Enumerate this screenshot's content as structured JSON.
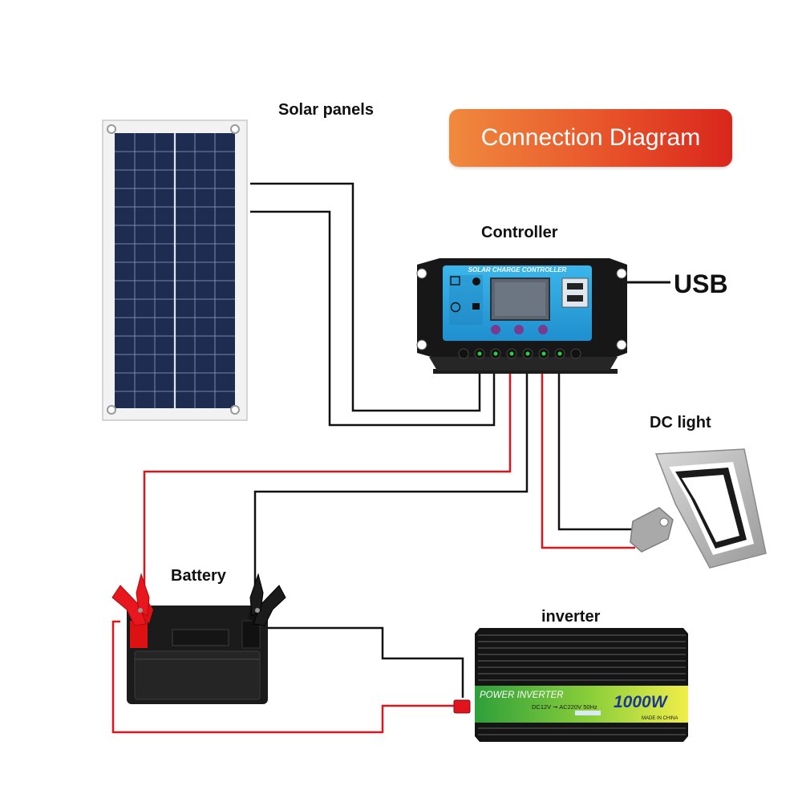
{
  "title": "Connection Diagram",
  "labels": {
    "solar_panels": "Solar panels",
    "controller": "Controller",
    "usb": "USB",
    "dc_light": "DC light",
    "battery": "Battery",
    "inverter": "inverter"
  },
  "controller_device": {
    "header": "SOLAR CHARGE CONTROLLER"
  },
  "inverter_device": {
    "brand": "POWER INVERTER",
    "spec": "DC12V ➞ AC220V 50Hz",
    "rating": "1000W",
    "origin": "MADE IN CHINA"
  },
  "colors": {
    "positive_wire": "#e0141c",
    "negative_wire": "#111111",
    "title_banner_start": "#f08a3e",
    "title_banner_end": "#d9261c",
    "controller_face": "#2aa6df",
    "inverter_label": "#3dbb3a"
  },
  "icons": [
    "solar-panel-icon",
    "charge-controller-icon",
    "usb-port-icon",
    "flood-light-icon",
    "battery-icon",
    "alligator-clip-icon",
    "power-inverter-icon"
  ]
}
